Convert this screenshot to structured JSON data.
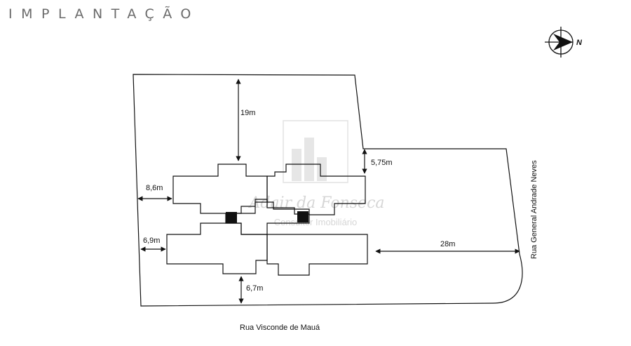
{
  "title": "IMPLANTAÇÃO",
  "compass": {
    "label": "N",
    "icon": "north-arrow-icon"
  },
  "watermark": {
    "line1": "Adair da Fonseca",
    "line2": "Consultor Imobiliário"
  },
  "dimensions": {
    "top_setback": "19m",
    "right_top_setback": "5,75m",
    "left_top_setback": "8,6m",
    "left_bottom_setback": "6,9m",
    "right_setback": "28m",
    "bottom_setback": "6,7m"
  },
  "streets": {
    "right": "Rua General Andrade Neves",
    "bottom": "Rua Visconde de Mauá"
  },
  "colors": {
    "line": "#111111",
    "title": "#6b6b6b",
    "watermark": "#d6d6d6"
  }
}
